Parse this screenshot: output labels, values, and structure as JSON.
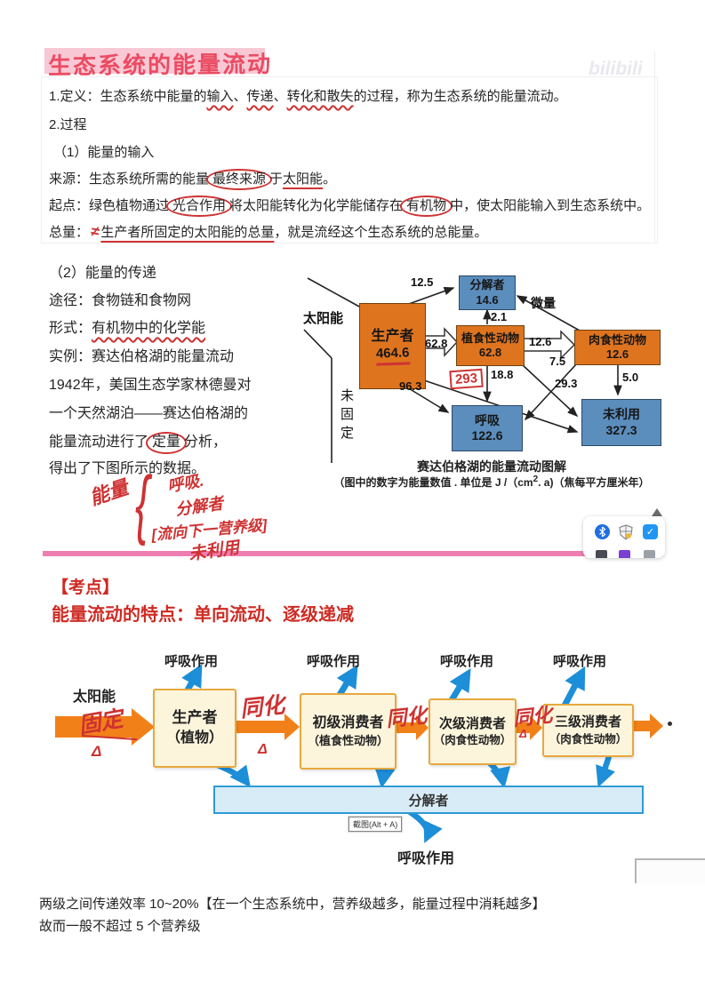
{
  "watermark": {
    "text": "bilibili"
  },
  "sec1": {
    "title": "生态系统的能量流动",
    "def_a": "1.定义：生态系统中能量的",
    "def_k1": "输入",
    "def_c1": "、",
    "def_k2": "传递",
    "def_c2": "、",
    "def_k3": "转化和散失",
    "def_b": "的过程，称为生态系统的能量流动。",
    "process": "2.过程",
    "sub1": "（1）能量的输入",
    "src_a": "来源：生态系统所需的能量",
    "src_k1": "最终来源",
    "src_b": "于",
    "src_k2": "太阳能",
    "src_c": "。",
    "start_a": "起点：绿色植物通过",
    "start_k1": "光合作用",
    "start_b": "将太阳能转化为化学能储存在",
    "start_k2": "有机物",
    "start_c": "中，使太阳能输入到生态系统中。",
    "total_label": "总量：",
    "total_mark": "≠",
    "total_k": "生产者所固定的太阳能的总量",
    "total_b": "，就是流经这个生态系统的总能量。"
  },
  "sec2": {
    "sub2": "（2）能量的传递",
    "way_a": "途径：",
    "way_b": "食物链和食物网",
    "form_a": "形式：",
    "form_k": "有机物中的化学能",
    "ex_a": "实例：",
    "ex_b": "赛达伯格湖的能量流动",
    "l4": "1942年，美国生态学家林德曼对",
    "l5": "一个天然湖泊——赛达伯格湖的",
    "l6a": "能量流动进行了",
    "l6k": "定量",
    "l6b": "分析，",
    "l7": "得出了下图所示的数据。",
    "note": {
      "label": "能量",
      "brace": "{",
      "items": [
        "呼吸.",
        "分解者",
        "[流向下一营养级]",
        "未利用"
      ]
    }
  },
  "lake": {
    "sun": "太阳能",
    "unfixed": "未固定",
    "producer_name": "生产者",
    "producer_value": "464.6",
    "decomposer_name": "分解者",
    "decomposer_value": "14.6",
    "herbivore_name": "植食性动物",
    "herbivore_value": "62.8",
    "carnivore_name": "肉食性动物",
    "carnivore_value": "12.6",
    "respiration_name": "呼吸",
    "respiration_value": "122.6",
    "unused_name": "未利用",
    "unused_value": "327.3",
    "flow_p_dec": "12.5",
    "flow_h_dec": "2.1",
    "flow_c_dec": "微量",
    "flow_p_h": "62.8",
    "flow_h_c": "12.6",
    "flow_h_resp": "18.8",
    "flow_p_resp": "96.3",
    "flow_p_unused": "293",
    "flow_h_unused": "29.3",
    "flow_c_resp": "7.5",
    "flow_c_unused": "5.0",
    "caption1": "赛达伯格湖的能量流动图解",
    "caption2a": "（图中的数字为能量数值 . 单位是 J /（cm",
    "caption2sup": "2",
    "caption2b": ". a)（焦每平方厘米年）"
  },
  "tray": {
    "bluetooth": "bluetooth",
    "shield": "security-shield",
    "check": "messenger-check",
    "check_glyph": "✓"
  },
  "exam": {
    "tag": "【考点】",
    "point": "能量流动的特点：单向流动、逐级递减"
  },
  "chain": {
    "sun": "太阳能",
    "respiration": "呼吸作用",
    "stages": [
      {
        "l1": "生产者",
        "l2": "（植物）"
      },
      {
        "l1": "初级消费者",
        "l2": "（植食性动物）"
      },
      {
        "l1": "次级消费者",
        "l2": "（肉食性动物）"
      },
      {
        "l1": "三级消费者",
        "l2": "（肉食性动物）"
      }
    ],
    "decomposer": "分解者",
    "tooltip": "截图(Alt + A)",
    "hand_fix": "固定",
    "hand_assim": "同化",
    "delta": "Δ"
  },
  "footer": {
    "line1": "两级之间传递效率 10~20%【在一个生态系统中，营养级越多，能量过程中消耗越多】",
    "line2": "故而一般不超过 5 个营养级"
  }
}
